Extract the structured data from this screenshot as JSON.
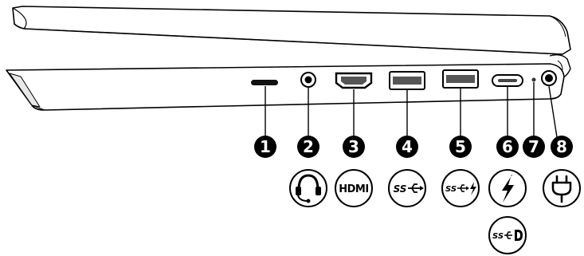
{
  "callouts": [
    {
      "number": "1",
      "port": "memory-card-reader",
      "icons": []
    },
    {
      "number": "2",
      "port": "audio-jack",
      "icons": [
        "headset-icon"
      ]
    },
    {
      "number": "3",
      "port": "hdmi-port",
      "icons": [
        "hdmi-icon"
      ],
      "hdmi_text": "HDMI"
    },
    {
      "number": "4",
      "port": "usb-a-port",
      "icons": [
        "usb-superspeed-icon"
      ],
      "ss_text": "SS"
    },
    {
      "number": "5",
      "port": "usb-a-charging-port",
      "icons": [
        "usb-superspeed-charging-icon"
      ],
      "ss_text": "SS"
    },
    {
      "number": "6",
      "port": "usb-c-thunderbolt-port",
      "icons": [
        "thunderbolt-icon",
        "usb-superspeed-displayport-icon"
      ],
      "ss_text": "SS"
    },
    {
      "number": "7",
      "port": "status-light",
      "icons": []
    },
    {
      "number": "8",
      "port": "power-connector",
      "icons": [
        "power-plug-icon"
      ]
    }
  ],
  "colors": {
    "outline": "#000000",
    "chassis": "#ffffff",
    "chassis_shade": "#e8e8e8",
    "background": "#ffffff"
  }
}
